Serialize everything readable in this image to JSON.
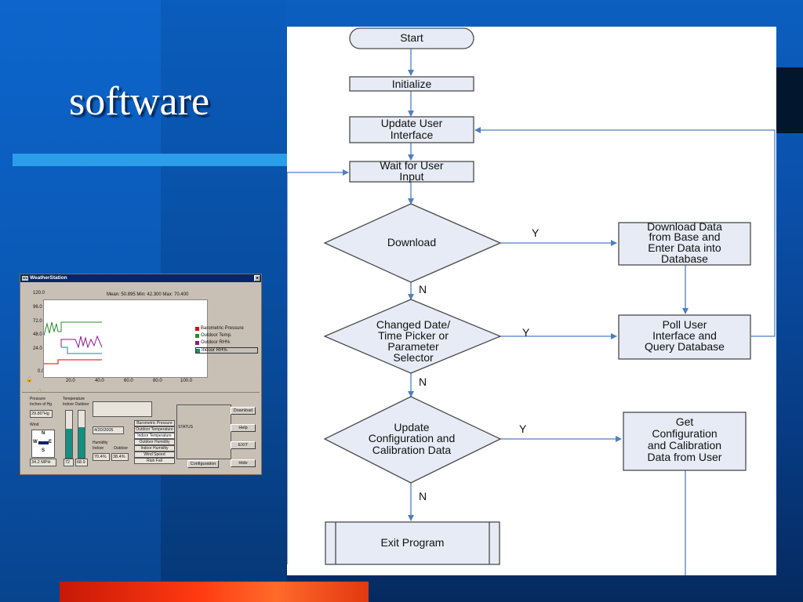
{
  "slide": {
    "title": "software"
  },
  "flowchart": {
    "start": "Start",
    "initialize": "Initialize",
    "update_ui": [
      "Update User",
      "Interface"
    ],
    "wait_input": [
      "Wait for User",
      "Input"
    ],
    "download": "Download",
    "download_data": [
      "Download Data",
      "from Base and",
      "Enter Data into",
      "Database"
    ],
    "changed": [
      "Changed Date/",
      "Time Picker or",
      "Parameter",
      "Selector"
    ],
    "poll": [
      "Poll User",
      "Interface and",
      "Query Database"
    ],
    "update_config": [
      "Update",
      "Configuration and",
      "Calibration Data"
    ],
    "get_config": [
      "Get",
      "Configuration",
      "and Calibration",
      "Data from User"
    ],
    "exit": "Exit Program",
    "yes": "Y",
    "no": "N"
  },
  "window": {
    "title": "WeatherStation",
    "app_icon": "WS",
    "close": "×",
    "stats": "Mean: 50.895   Min: 42.300   Max: 70.400",
    "y_ticks": [
      "120.0",
      "96.0",
      "72.0",
      "48.0",
      "24.0",
      "0.0"
    ],
    "x_ticks": [
      "20.0",
      "40.0",
      "60.0",
      "80.0",
      "100.0"
    ],
    "legend": [
      {
        "label": "Barometric Pressure",
        "color": "#e00000"
      },
      {
        "label": "Outdoor Temp.",
        "color": "#2a8a2a"
      },
      {
        "label": "Outdoor RH%",
        "color": "#8a1a8a"
      },
      {
        "label": "Indoor RH%",
        "color": "#139080"
      }
    ],
    "pressure_label": "Pressure",
    "pressure_unit": "Inches of Hg",
    "pressure_value": "29.80\"Hg",
    "temperature_label": "Temperature",
    "temperature_sub": "Indoor Outdoor",
    "temp_indoor": "72",
    "temp_outdoor": "68.9",
    "temp_indoor_level": 0.62,
    "temp_outdoor_level": 0.65,
    "wind_label": "Wind",
    "wind_n": "N",
    "wind_w": "W",
    "wind_e": "E",
    "wind_s": "S",
    "wind_speed": "34.2 MPH",
    "date_value": "4/20/2005",
    "humidity_label": "Humidity",
    "humidity_indoor_label": "Indoor",
    "humidity_outdoor_label": "Outdoor",
    "humidity_indoor": "70.4%",
    "humidity_outdoor": "38.4%",
    "params": [
      "Barometric Pressure",
      "Outdoor Temperature",
      "Indoor Temperature",
      "Outdoor Humidity",
      "Indoor Humidity",
      "Wind Speed",
      "Rain Fall"
    ],
    "status_label": "STATUS",
    "buttons": {
      "download": "Download",
      "help": "Help",
      "exit": "EXIT",
      "hide": "Hide",
      "configuration": "Configuration"
    }
  }
}
